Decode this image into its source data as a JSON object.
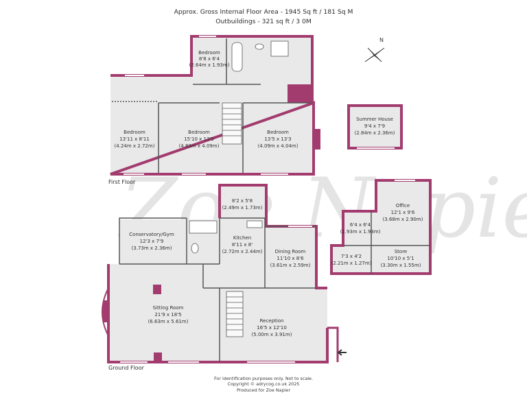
{
  "header": {
    "line1": "Approx. Gross Internal Floor Area - 1945 Sq ft / 181 Sq M",
    "line2": "Outbuildings - 321 sq ft / 3 0M"
  },
  "floors": {
    "first": "First Floor",
    "ground": "Ground Floor"
  },
  "compass": {
    "label": "N"
  },
  "watermark": "Zoe Napier",
  "rooms": {
    "bedroom_small": {
      "name": "Bedroom",
      "imperial": "8'8 x 6'4",
      "metric": "(2.64m x 1.93m)"
    },
    "bedroom_left": {
      "name": "Bedroom",
      "imperial": "13'11 x 8'11",
      "metric": "(4.24m x 2.72m)"
    },
    "bedroom_mid": {
      "name": "Bedroom",
      "imperial": "15'10 x 13'5",
      "metric": "(4.83m x 4.09m)"
    },
    "bedroom_right": {
      "name": "Bedroom",
      "imperial": "13'5 x 13'3",
      "metric": "(4.09m x 4.04m)"
    },
    "summer_house": {
      "name": "Summer House",
      "imperial": "9'4 x 7'9",
      "metric": "(2.84m x 2.36m)"
    },
    "utility": {
      "name": "",
      "imperial": "8'2 x 5'8",
      "metric": "(2.49m x 1.73m)"
    },
    "conservatory": {
      "name": "Conservatory/Gym",
      "imperial": "12'3 x 7'9",
      "metric": "(3.73m x 2.36m)"
    },
    "kitchen": {
      "name": "Kitchen",
      "imperial": "8'11 x 8'",
      "metric": "(2.72m x 2.44m)"
    },
    "dining": {
      "name": "Dining Room",
      "imperial": "11'10 x 8'6",
      "metric": "(3.61m x 2.59m)"
    },
    "sitting": {
      "name": "Sitting Room",
      "imperial": "21'9 x 18'5",
      "metric": "(6.63m x 5.61m)"
    },
    "reception": {
      "name": "Reception",
      "imperial": "16'5 x 12'10",
      "metric": "(5.00m x 3.91m)"
    },
    "office": {
      "name": "Office",
      "imperial": "12'1 x 9'6",
      "metric": "(3.68m x 2.90m)"
    },
    "out_small": {
      "name": "",
      "imperial": "6'4 x 6'4",
      "metric": "(1.93m x 1.93m)"
    },
    "out_tiny": {
      "name": "",
      "imperial": "7'3 x 4'2",
      "metric": "(2.21m x 1.27m)"
    },
    "store": {
      "name": "Store",
      "imperial": "10'10 x 5'1",
      "metric": "(3.30m x 1.55m)"
    }
  },
  "footer": {
    "line1": "For identification purposes only. Not to scale.",
    "line2": "Copyright © adrycog.co.uk 2025",
    "line3": "Produced for Zoe Napier"
  },
  "colors": {
    "wall": "#a23b6e",
    "floor": "#e9e9e9",
    "inner": "#555555"
  }
}
